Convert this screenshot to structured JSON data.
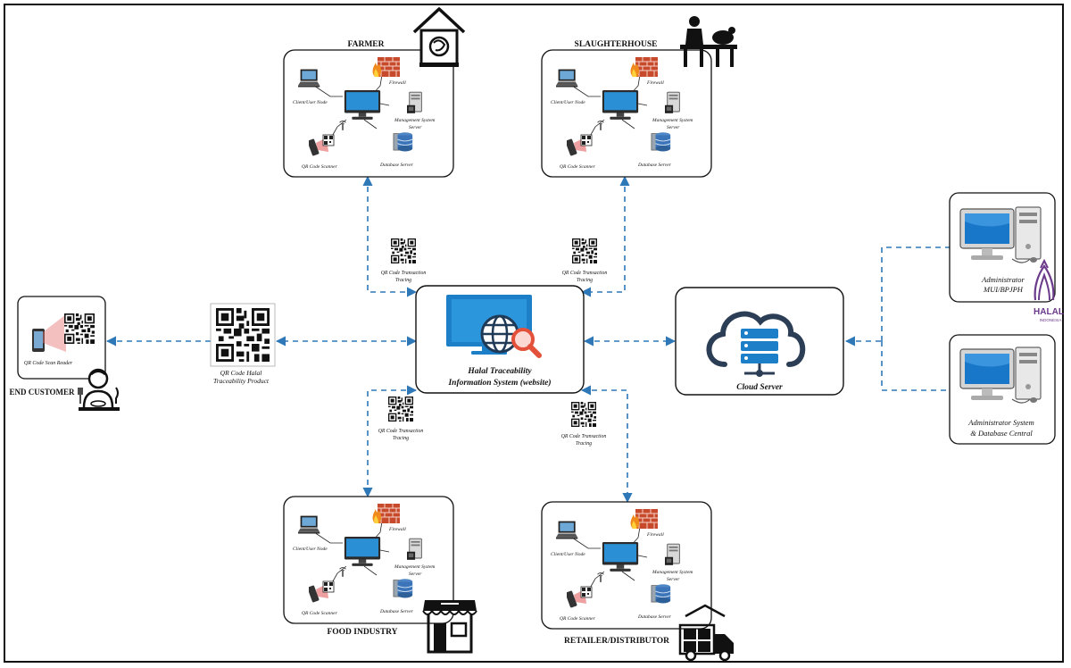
{
  "nodes": {
    "farmer": {
      "title": "FARMER"
    },
    "slaughterhouse": {
      "title": "SLAUGHTERHOUSE"
    },
    "food_industry": {
      "title": "FOOD INDUSTRY"
    },
    "retailer": {
      "title": "RETAILER/DISTRIBUTOR"
    },
    "center": {
      "line1": "Halal Traceability",
      "line2": "Information System (website)"
    },
    "cloud": {
      "label": "Cloud Server"
    },
    "admin_mui": {
      "line1": "Administrator",
      "line2": "MUI/BPJPH"
    },
    "admin_sys": {
      "line1": "Administrator System",
      "line2": "& Database Central"
    },
    "end_customer": {
      "title": "END CUSTOMER",
      "scanner_label": "QR Code Scan Reader"
    },
    "qr_halal": {
      "line1": "QR Code Halal",
      "line2": "Traceability Product"
    }
  },
  "subnet_labels": {
    "client": "Client/User Node",
    "firewall": "Firewall",
    "mgmt1": "Management System",
    "mgmt2": "Server",
    "db": "Database Server",
    "qr": "QR Code Scanner"
  },
  "transaction_label": {
    "line1": "QR Code Transaction",
    "line2": "Tracing"
  },
  "halal_logo": {
    "text": "HALAL",
    "sub": "INDONESIA",
    "color": "#6b3a8a"
  },
  "colors": {
    "dash": "#2f78b8",
    "screen": "#2b8fd6",
    "firewall": "#e0542c",
    "accent": "#e4513b"
  }
}
